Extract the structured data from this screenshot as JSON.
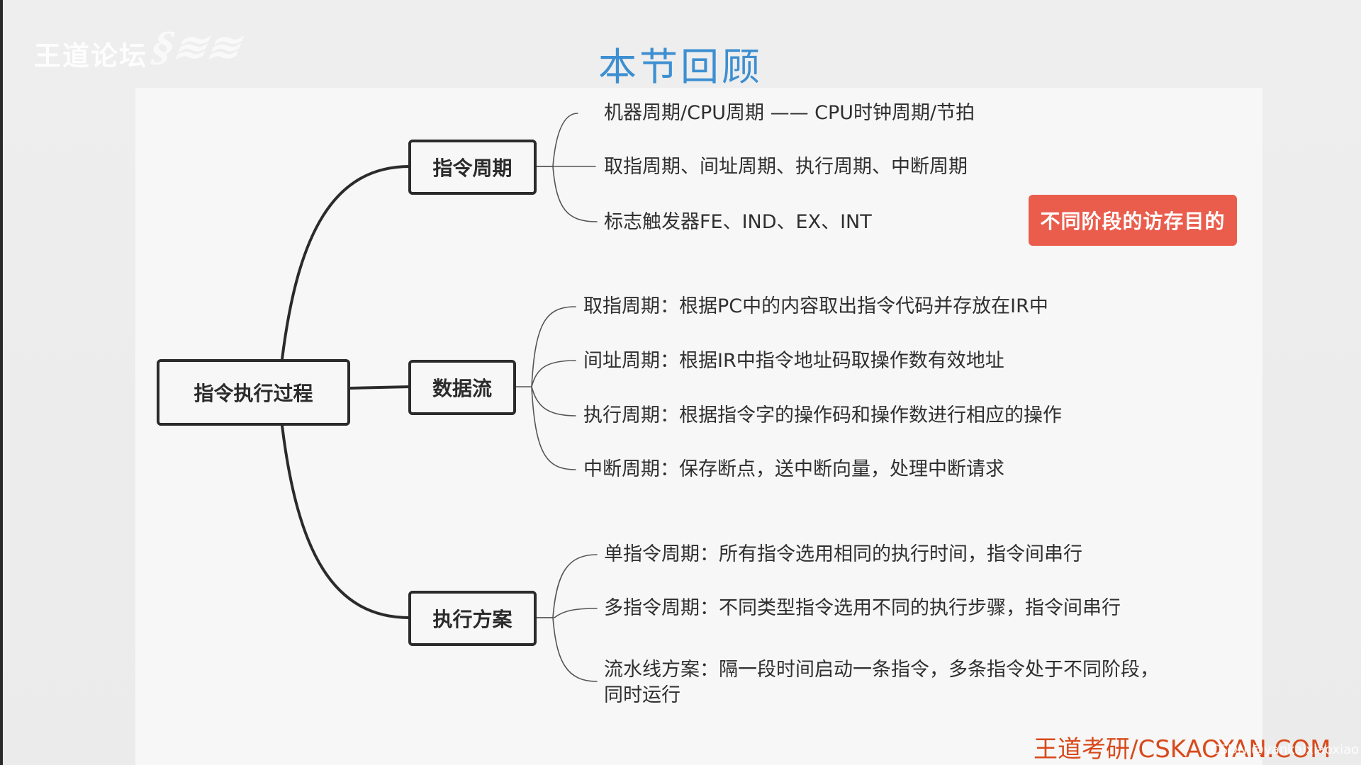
{
  "watermark": {
    "forum": "王道论坛"
  },
  "title": "本节回顾",
  "mindmap": {
    "root": "指令执行过程",
    "branches": [
      {
        "label": "指令周期",
        "leaves": [
          "机器周期/CPU周期 —— CPU时钟周期/节拍",
          "取指周期、间址周期、执行周期、中断周期",
          "标志触发器FE、IND、EX、INT"
        ]
      },
      {
        "label": "数据流",
        "leaves": [
          "取指周期：根据PC中的内容取出指令代码并存放在IR中",
          "间址周期：根据IR中指令地址码取操作数有效地址",
          "执行周期：根据指令字的操作码和操作数进行相应的操作",
          "中断周期：保存断点，送中断向量，处理中断请求"
        ]
      },
      {
        "label": "执行方案",
        "leaves": [
          "单指令周期：所有指令选用相同的执行时间，指令间串行",
          "多指令周期：不同类型指令选用不同的执行步骤，指令间串行",
          "流水线方案：隔一段时间启动一条指令，多条指令处于不同阶段，同时运行"
        ]
      }
    ]
  },
  "badge": {
    "label": "不同阶段的访存目的",
    "color": "#ea5d4c"
  },
  "footer": {
    "brand": "王道考研/CSKAOYAN.COM",
    "credit": "CSDN @yankaixiaoxiao"
  },
  "colors": {
    "title": "#3d8fd1",
    "brand": "#d8491b",
    "line": "#2b2b2b"
  }
}
